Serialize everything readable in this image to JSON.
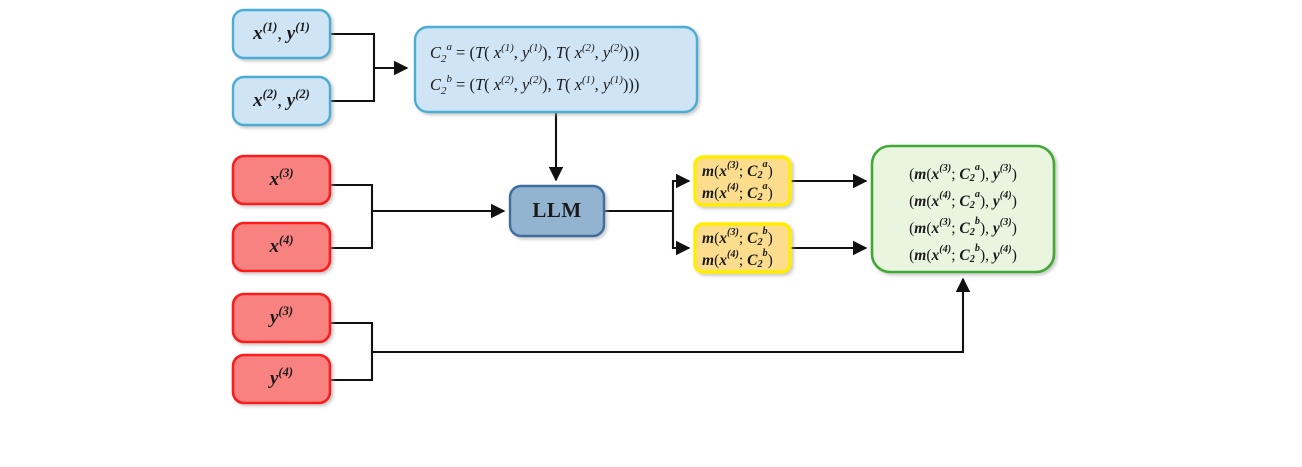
{
  "diagram": {
    "title": "LLM in-context permutation prompting pipeline",
    "background_color": "#ffffff",
    "edge_color": "#111111",
    "palette": {
      "blue_fill": "#cfe5f5",
      "blue_stroke": "#4bacd6",
      "red_fill": "#f7827f",
      "red_stroke": "#fb1c1c",
      "steel_fill": "#93b4d1",
      "steel_stroke": "#3c6e9f",
      "yellow_fill": "#fcdc8d",
      "yellow_stroke": "#ffee00",
      "green_fill": "#e9f5df",
      "green_stroke": "#3faa35"
    },
    "nodes": {
      "demo1": {
        "label": "x(1), y(1)",
        "base_x": "x",
        "base_y": "y",
        "sup1": "(1)",
        "sup2": "(1)"
      },
      "demo2": {
        "label": "x(2), y(2)",
        "base_x": "x",
        "base_y": "y",
        "sup1": "(2)",
        "sup2": "(2)"
      },
      "context": {
        "line1": "C2a = (T( x(1), y(1)), T( x(2), y(2)))",
        "line2": "C2b = (T( x(2), y(2)), T( x(1), y(1)))"
      },
      "query_x3": {
        "label": "x(3)"
      },
      "query_x4": {
        "label": "x(4)"
      },
      "llm": {
        "label": "LLM"
      },
      "pred_a": {
        "line1": "m(x(3); C2a)",
        "line2": "m(x(4); C2a)"
      },
      "pred_b": {
        "line1": "m(x(3); C2b)",
        "line2": "m(x(4); C2b)"
      },
      "gold_y3": {
        "label": "y(3)"
      },
      "gold_y4": {
        "label": "y(4)"
      },
      "output": {
        "line1": "(m(x(3); C2a), y(3))",
        "line2": "(m(x(4); C2a), y(4))",
        "line3": "(m(x(3); C2b), y(3))",
        "line4": "(m(x(4); C2b), y(4))"
      }
    },
    "symbols": {
      "C": "C",
      "T": "T",
      "m": "m",
      "x": "x",
      "y": "y",
      "two": "2",
      "a": "a",
      "b": "b",
      "sup1": "(1)",
      "sup2": "(2)",
      "sup3": "(3)",
      "sup4": "(4)",
      "equals": "=",
      "comma": ",",
      "semicolon": ";",
      "lparen": "(",
      "rparen": ")"
    },
    "edges": [
      {
        "name": "demos-to-context",
        "from": "demo1,demo2",
        "to": "context"
      },
      {
        "name": "context-to-llm",
        "from": "context",
        "to": "llm"
      },
      {
        "name": "queries-to-llm",
        "from": "query_x3,query_x4",
        "to": "llm"
      },
      {
        "name": "llm-to-pred-a",
        "from": "llm",
        "to": "pred_a"
      },
      {
        "name": "llm-to-pred-b",
        "from": "llm",
        "to": "pred_b"
      },
      {
        "name": "pred-a-to-output",
        "from": "pred_a",
        "to": "output"
      },
      {
        "name": "pred-b-to-output",
        "from": "pred_b",
        "to": "output"
      },
      {
        "name": "golds-to-output",
        "from": "gold_y3,gold_y4",
        "to": "output"
      }
    ]
  }
}
